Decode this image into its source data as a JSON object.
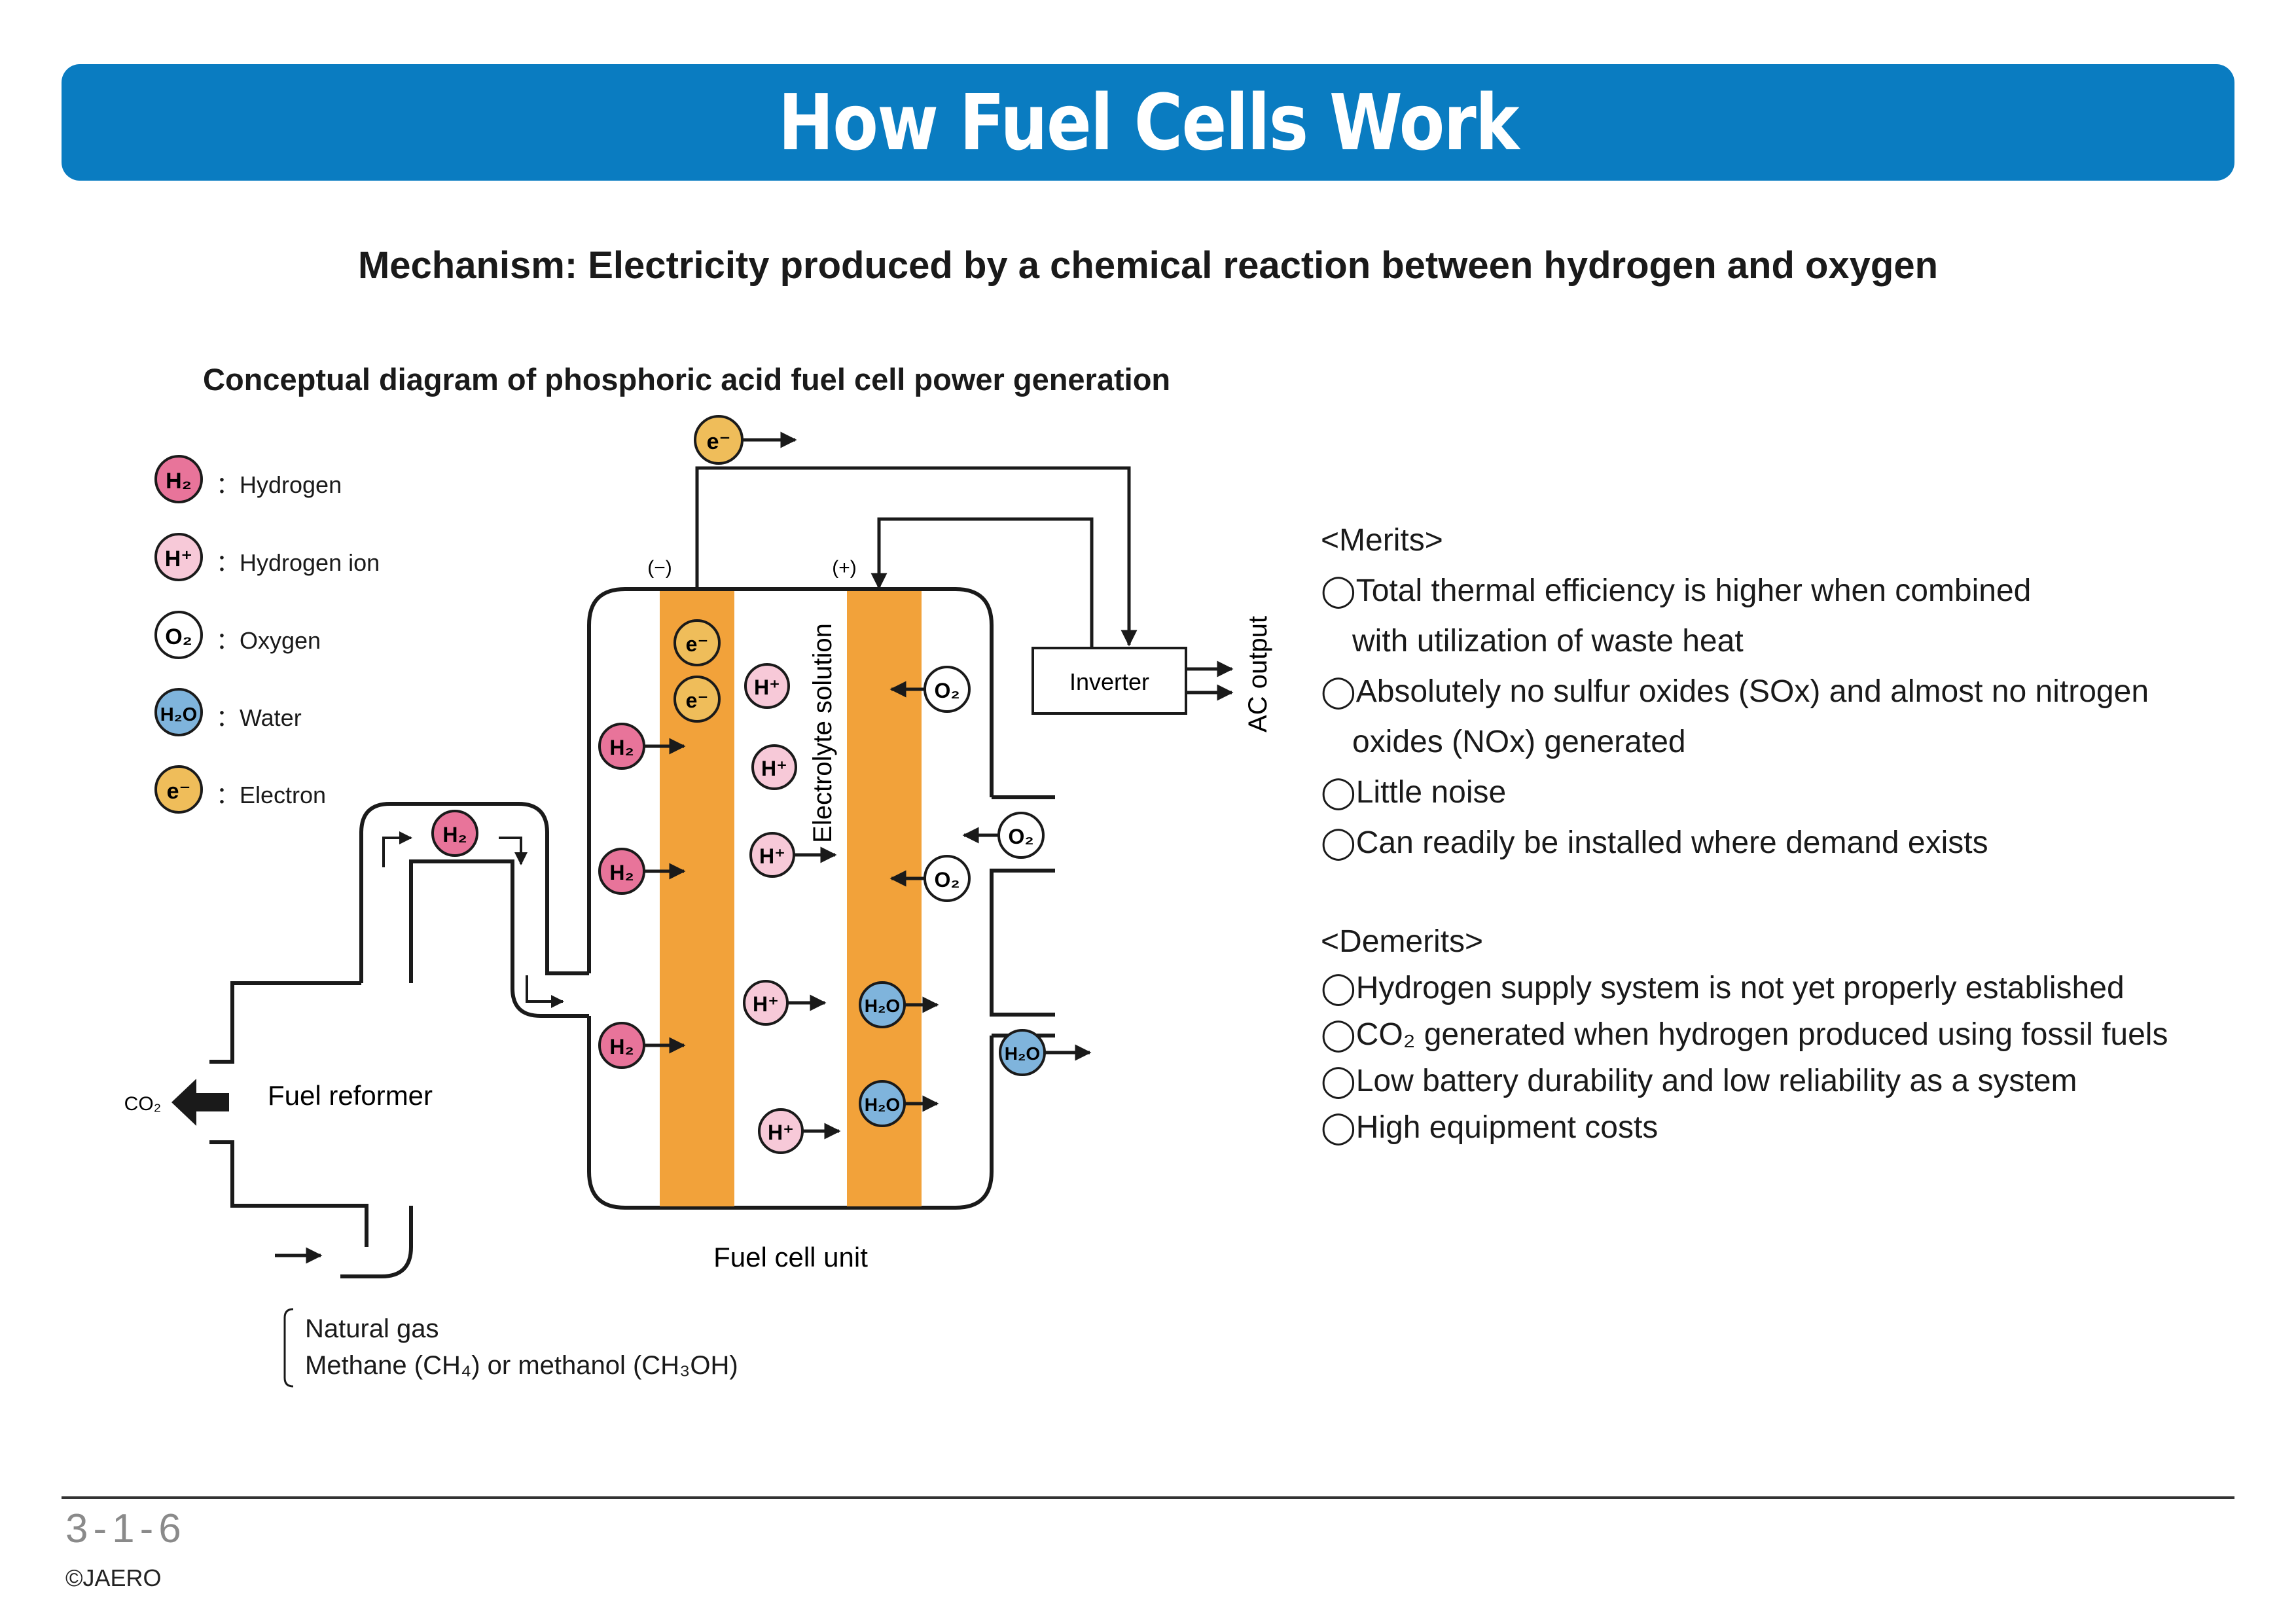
{
  "header": {
    "title": "How Fuel Cells Work"
  },
  "subtitle": "Mechanism: Electricity produced by a chemical reaction between hydrogen and oxygen",
  "diagram": {
    "title": "Conceptual diagram of phosphoric acid fuel cell power generation",
    "legend": [
      {
        "symbol": "H₂",
        "label": "：Hydrogen",
        "color": "#e8749a"
      },
      {
        "symbol": "H⁺",
        "label": "：Hydrogen ion",
        "color": "#f7c9d8"
      },
      {
        "symbol": "O₂",
        "label": "：Oxygen",
        "color": "#ffffff"
      },
      {
        "symbol": "H₂O",
        "label": "：Water",
        "color": "#7fb4dc"
      },
      {
        "symbol": "e⁻",
        "label": "：Electron",
        "color": "#efbd5a"
      }
    ],
    "minus_label": "(−)",
    "plus_label": "(+)",
    "electrolyte_label": "Electrolyte solution",
    "inverter_label": "Inverter",
    "ac_output_label": "AC output",
    "fuel_reformer_label": "Fuel reformer",
    "fuel_cell_unit_label": "Fuel cell unit",
    "co2_label": "CO₂",
    "feed_lines": [
      "Natural gas",
      "Methane (CH₄) or methanol (CH₃OH)"
    ],
    "electrode_color": "#f2a23a"
  },
  "merits": {
    "heading": "<Merits>",
    "items": [
      [
        "Total thermal efficiency is higher when combined",
        "with utilization of waste heat"
      ],
      [
        "Absolutely no sulfur oxides (SOx) and almost no nitrogen",
        "oxides (NOx) generated"
      ],
      [
        "Little noise"
      ],
      [
        "Can readily be installed where demand exists"
      ]
    ]
  },
  "demerits": {
    "heading": "<Demerits>",
    "items": [
      "Hydrogen supply system is not yet properly established",
      "CO₂ generated when hydrogen produced using fossil fuels",
      "Low battery durability and low reliability as a system",
      "High equipment costs"
    ]
  },
  "bullet": "◯",
  "footer": {
    "page": "3-1-6",
    "copyright": "©JAERO"
  }
}
